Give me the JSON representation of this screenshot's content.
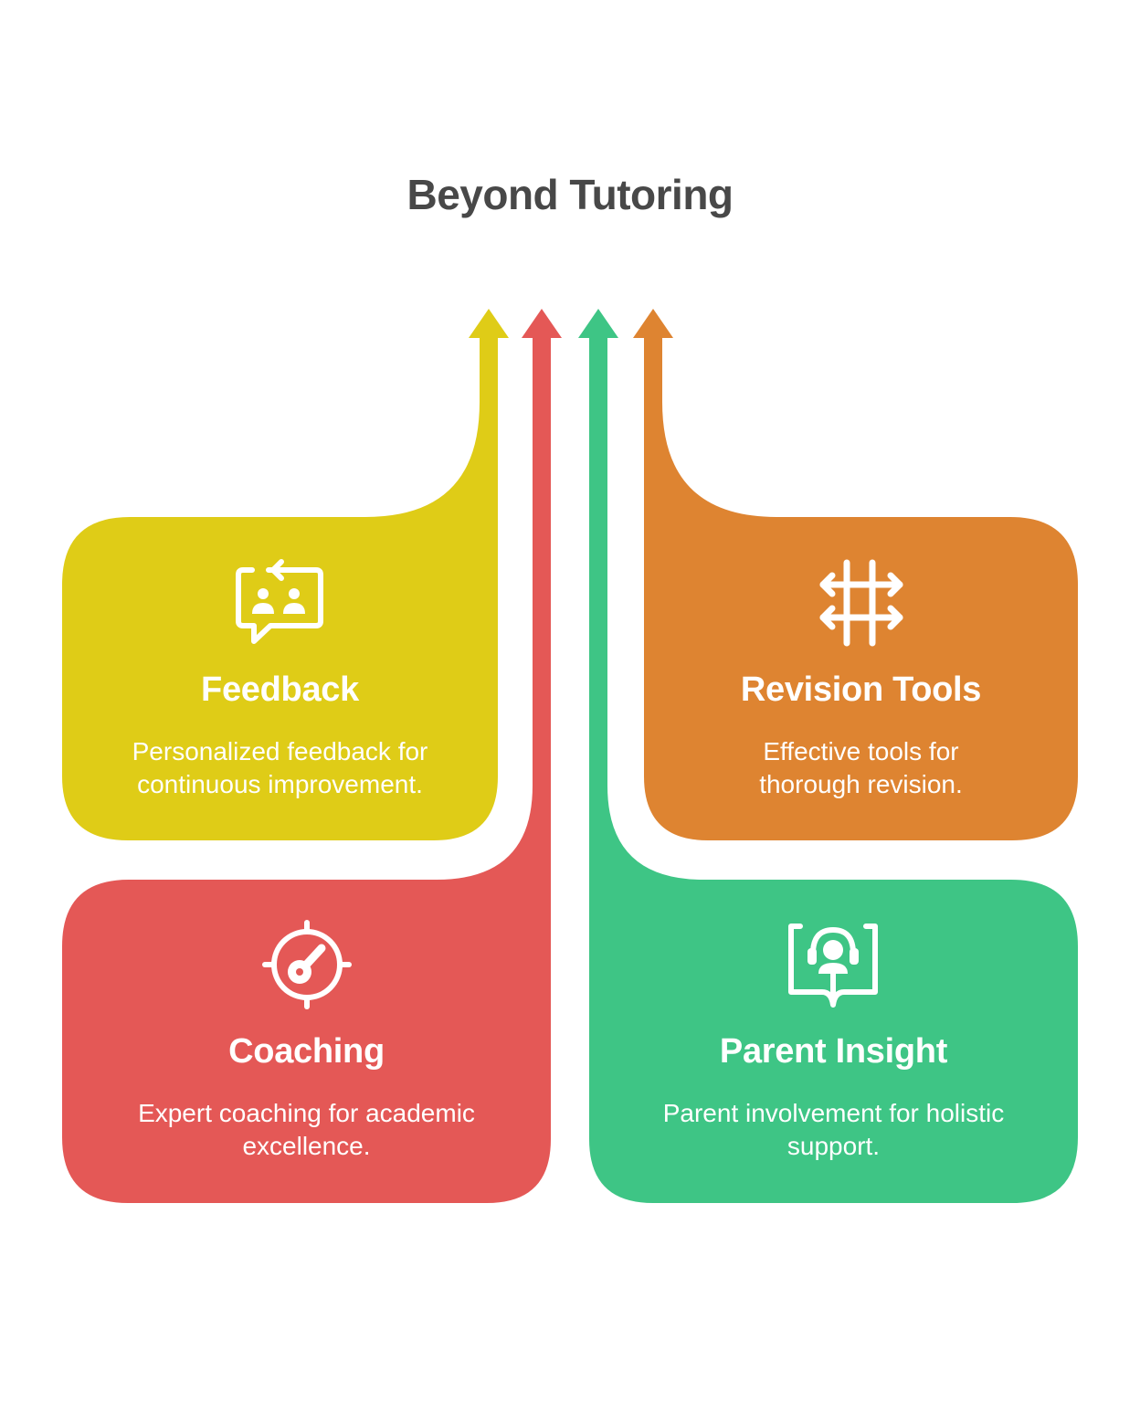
{
  "title": "Beyond Tutoring",
  "colors": {
    "feedback": "#DFCC17",
    "coaching": "#E45856",
    "parent_insight": "#3EC585",
    "revision_tools": "#DE8431",
    "title_text": "#484848",
    "card_text": "#FFFFFF"
  },
  "items": [
    {
      "key": "feedback",
      "title": "Feedback",
      "desc_line1": "Personalized feedback for",
      "desc_line2": "continuous improvement.",
      "icon": "feedback-chat-icon"
    },
    {
      "key": "revision_tools",
      "title": "Revision Tools",
      "desc_line1": "Effective tools for",
      "desc_line2": "thorough revision.",
      "icon": "crossing-arrows-icon"
    },
    {
      "key": "coaching",
      "title": "Coaching",
      "desc_line1": "Expert coaching for academic",
      "desc_line2": "excellence.",
      "icon": "target-gauge-icon"
    },
    {
      "key": "parent_insight",
      "title": "Parent Insight",
      "desc_line1": "Parent involvement for holistic",
      "desc_line2": "support.",
      "icon": "headset-book-icon"
    }
  ]
}
